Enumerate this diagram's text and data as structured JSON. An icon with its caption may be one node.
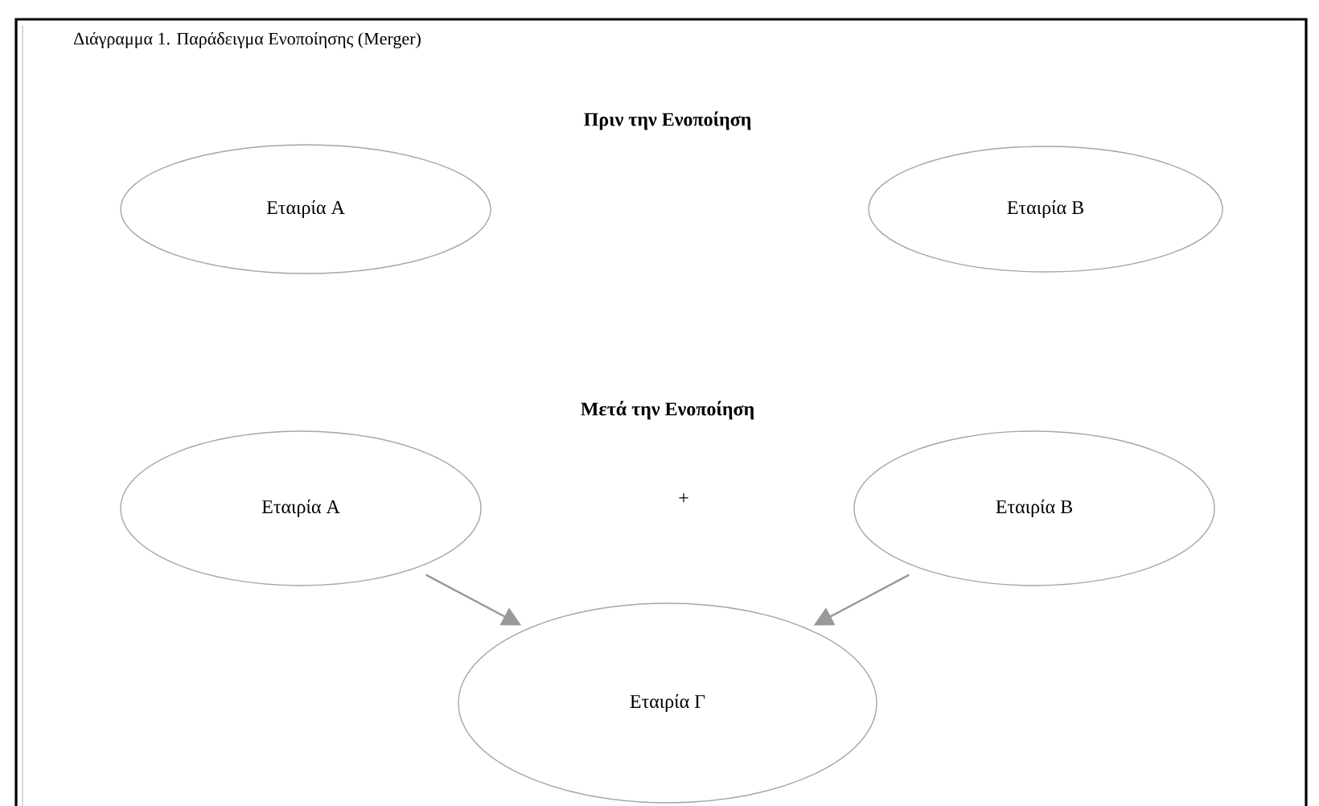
{
  "diagram": {
    "title": "Διάγραμμα 1. Παράδειγμα Ενοποίησης (Merger)",
    "nodes": [
      {
        "text": [
          "Εταιρία Α"
        ]
      },
      {
        "text": [
          "Εταιρία Β"
        ]
      },
      {
        "text": [
          "Εταιρία Α"
        ]
      },
      {
        "text": [
          "Εταιρία Β"
        ]
      },
      {
        "text": [
          "Εταιρία Γ"
        ]
      }
    ],
    "edges": [
      {
        "from": 2,
        "to": 4,
        "arrow": "to"
      },
      {
        "from": 3,
        "to": 4,
        "arrow": "to"
      }
    ],
    "labels": [
      "Πριν την Ενοποίηση",
      "Μετά την Ενοποίηση",
      "+"
    ]
  }
}
